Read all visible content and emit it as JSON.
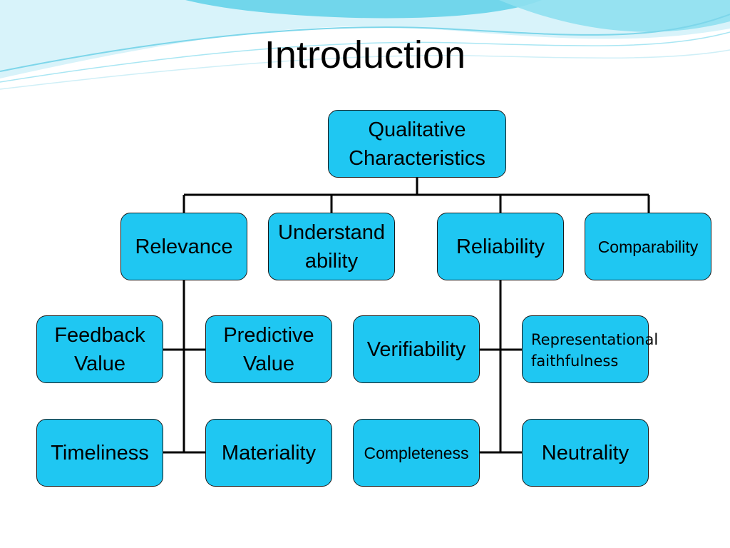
{
  "slide": {
    "title": "Introduction"
  },
  "diagram": {
    "root": "Qualitative\nCharacteristics",
    "primary": [
      "Relevance",
      "Understand\nability",
      "Reliability",
      "Comparability"
    ],
    "relevance_children": [
      "Feedback\nValue",
      "Predictive\nValue",
      "Timeliness",
      "Materiality"
    ],
    "reliability_children": [
      "Verifiability",
      "Representational\nfaithfulness",
      "Completeness",
      "Neutrality"
    ]
  },
  "colors": {
    "box_fill": "#1fc7f2",
    "box_border": "#1a1a1a",
    "connector": "#000000",
    "wave_primary": "#5fd0e8",
    "wave_light": "#b9eaf5"
  }
}
